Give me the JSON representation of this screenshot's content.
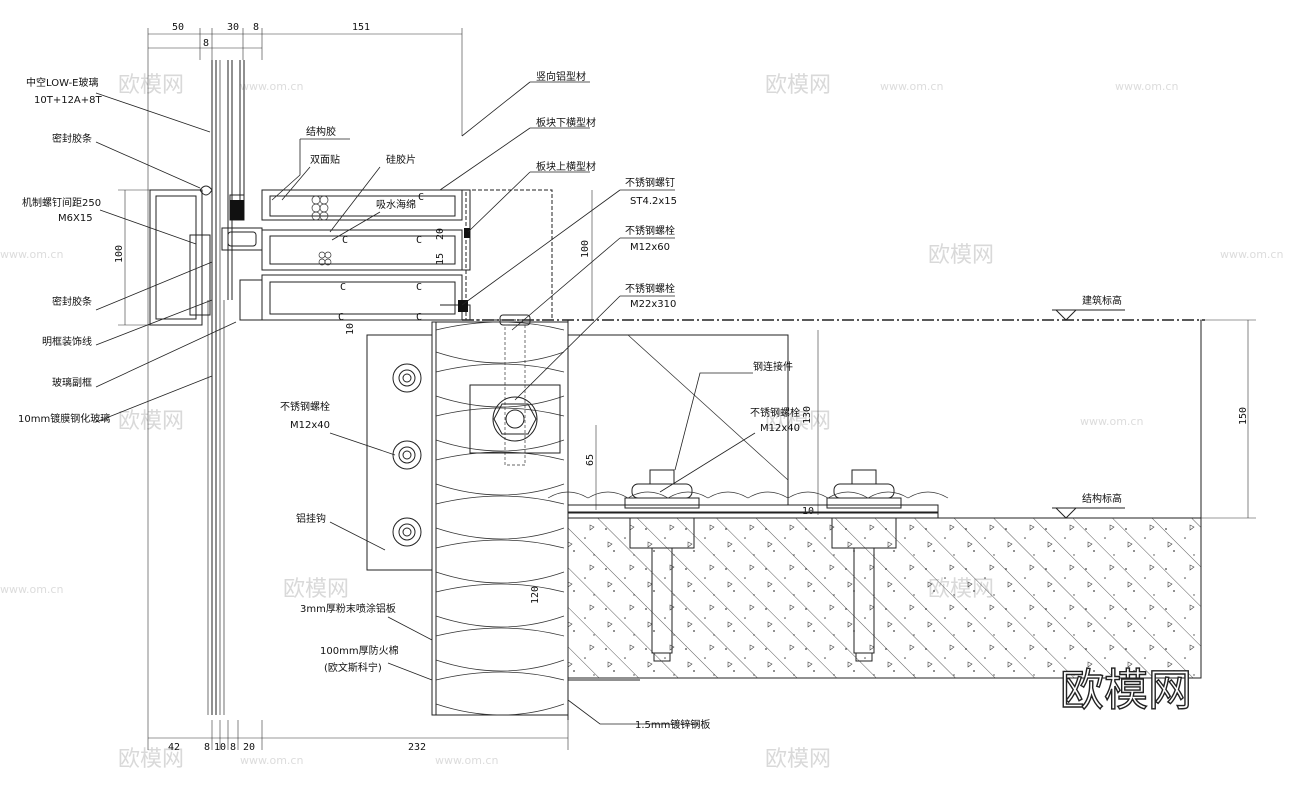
{
  "top_dims": [
    "50",
    "8",
    "30",
    "8",
    "151"
  ],
  "bottom_dims": [
    "42",
    "8",
    "10",
    "8",
    "20",
    "232"
  ],
  "left_dims": [
    "100"
  ],
  "inner_dims": [
    "10",
    "15",
    "20",
    "100",
    "65",
    "130",
    "10",
    "150",
    "120"
  ],
  "labels": {
    "glass_low_e": "中空LOW-E玻璃",
    "glass_spec": "10T+12A+8T",
    "seal_strip_top": "密封胶条",
    "machine_screw": "机制螺钉间距250",
    "machine_screw_spec": "M6X15",
    "seal_strip_mid": "密封胶条",
    "trim": "明框装饰线",
    "sub_frame": "玻璃副框",
    "tempered_glass": "10mm镀膜钢化玻璃",
    "vertical_profile": "竖向铝型材",
    "lower_transom": "板块下横型材",
    "upper_transom": "板块上横型材",
    "structural_glue": "结构胶",
    "double_tape": "双面贴",
    "silicone_pad": "硅胶片",
    "sponge": "吸水海绵",
    "ss_screw": "不锈钢螺钉",
    "ss_screw_spec": "ST4.2x15",
    "ss_bolt1": "不锈钢螺栓",
    "ss_bolt1_spec": "M12x60",
    "ss_bolt2": "不锈钢螺栓",
    "ss_bolt2_spec": "M22x310",
    "steel_connector": "钢连接件",
    "ss_bolt3": "不锈钢螺栓",
    "ss_bolt3_spec": "M12x40",
    "ss_bolt4": "不锈钢螺栓",
    "ss_bolt4_spec": "M12x40",
    "arch_level": "建筑标高",
    "struct_level": "结构标高",
    "alu_hook": "铝挂钩",
    "alu_panel": "3mm厚粉末喷涂铝板",
    "fire_wool": "100mm厚防火棉",
    "fire_wool_brand": "(欧文斯科宁)",
    "galv_steel": "1.5mm镀锌钢板"
  },
  "watermarks": [
    "欧模网",
    "www.om.cn"
  ],
  "logo_text": "欧模网"
}
